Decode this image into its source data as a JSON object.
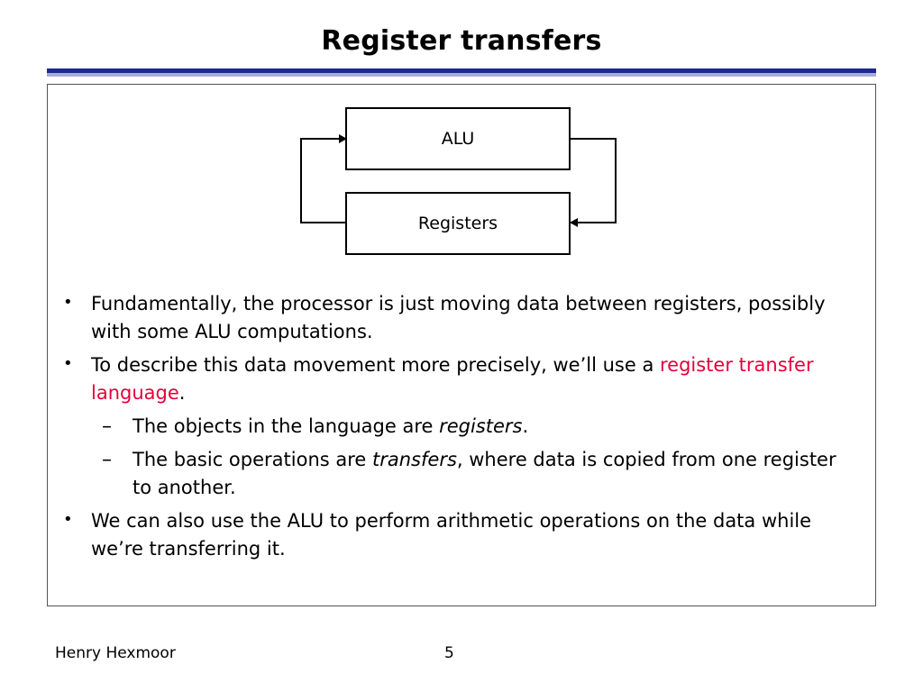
{
  "slide": {
    "title": "Register transfers"
  },
  "diagram": {
    "alu_label": "ALU",
    "registers_label": "Registers"
  },
  "bullets": [
    {
      "text": "Fundamentally, the processor is just moving data between registers, possibly with some ALU computations."
    },
    {
      "text_before": "To describe this data movement more precisely, we’ll use a ",
      "highlight": "register transfer language",
      "text_after": "."
    }
  ],
  "sub_bullets": [
    {
      "text_before": "The objects in the language are ",
      "emphasis": "registers",
      "text_after": "."
    },
    {
      "text_before": "The basic operations are ",
      "emphasis": "transfers",
      "text_after": ", where data is copied from one register to another."
    }
  ],
  "last_bullet": {
    "text": "We can also use the ALU to perform arithmetic operations on the data while we’re transferring it."
  },
  "footer": {
    "author": "Henry Hexmoor",
    "page_number": "5"
  },
  "icons": {
    "bullet": "•",
    "dash": "–"
  },
  "colors": {
    "rule_dark": "#1c2a8c",
    "rule_light": "#a6abd8",
    "highlight": "#e5003a"
  }
}
